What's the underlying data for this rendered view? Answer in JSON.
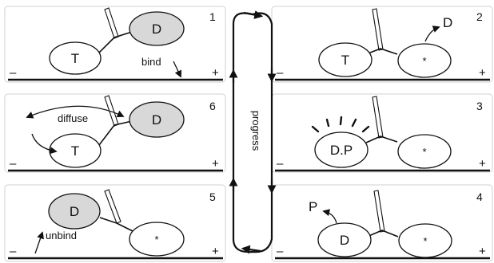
{
  "panels": {
    "p1": {
      "number": "1",
      "head_left": "T",
      "head_right": "D",
      "annotation": "bind"
    },
    "p2": {
      "number": "2",
      "head_left": "T",
      "head_right": "*",
      "released": "D"
    },
    "p3": {
      "number": "3",
      "head_left": "D.P",
      "head_right": "*"
    },
    "p4": {
      "number": "4",
      "head_left": "D",
      "head_right": "*",
      "released": "P"
    },
    "p5": {
      "number": "5",
      "head_left": "D",
      "head_right": "*",
      "annotation": "unbind"
    },
    "p6": {
      "number": "6",
      "head_left": "T",
      "head_right": "D",
      "annotation": "diffuse"
    }
  },
  "signs": {
    "minus": "–",
    "plus": "+"
  },
  "cycle": {
    "label": "progress"
  },
  "colors": {
    "bound_head": "#d8d8d8",
    "free_head": "#ffffff",
    "line": "#111111"
  }
}
